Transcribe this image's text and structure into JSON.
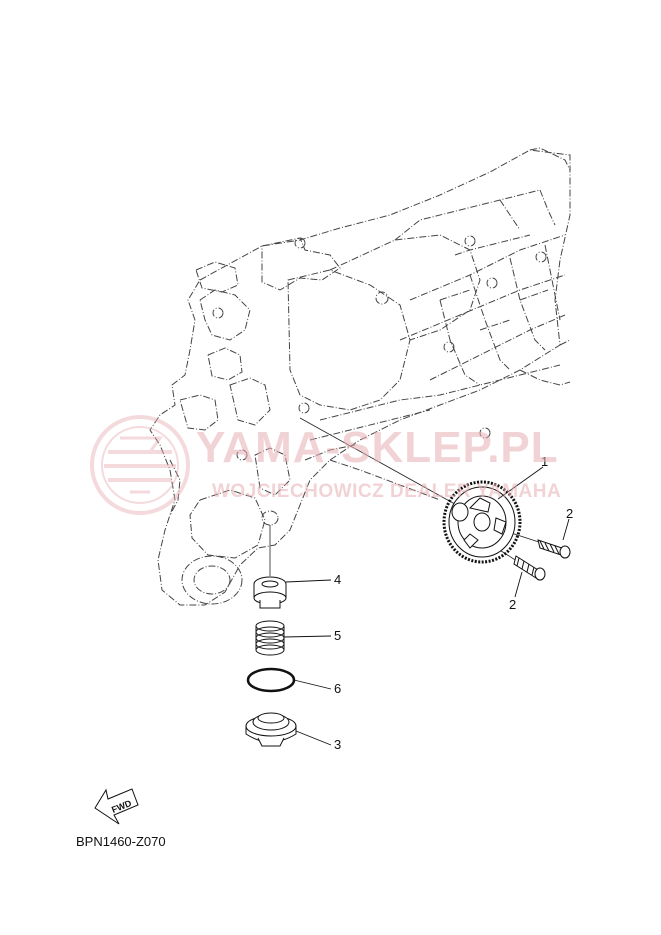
{
  "diagram": {
    "code": "BPN1460-Z070",
    "fwd_label": "FWD",
    "callouts": [
      {
        "id": "1",
        "label": "1"
      },
      {
        "id": "2a",
        "label": "2"
      },
      {
        "id": "2b",
        "label": "2"
      },
      {
        "id": "3",
        "label": "3"
      },
      {
        "id": "4",
        "label": "4"
      },
      {
        "id": "5",
        "label": "5"
      },
      {
        "id": "6",
        "label": "6"
      }
    ],
    "watermark": {
      "title": "YAMA-SKLEP.PL",
      "subtitle": "WOJCIECHOWICZ DEALER YAMAHA"
    }
  },
  "colors": {
    "line": "#222222",
    "dashed": "#444444",
    "watermark": "#e7aeb3"
  }
}
